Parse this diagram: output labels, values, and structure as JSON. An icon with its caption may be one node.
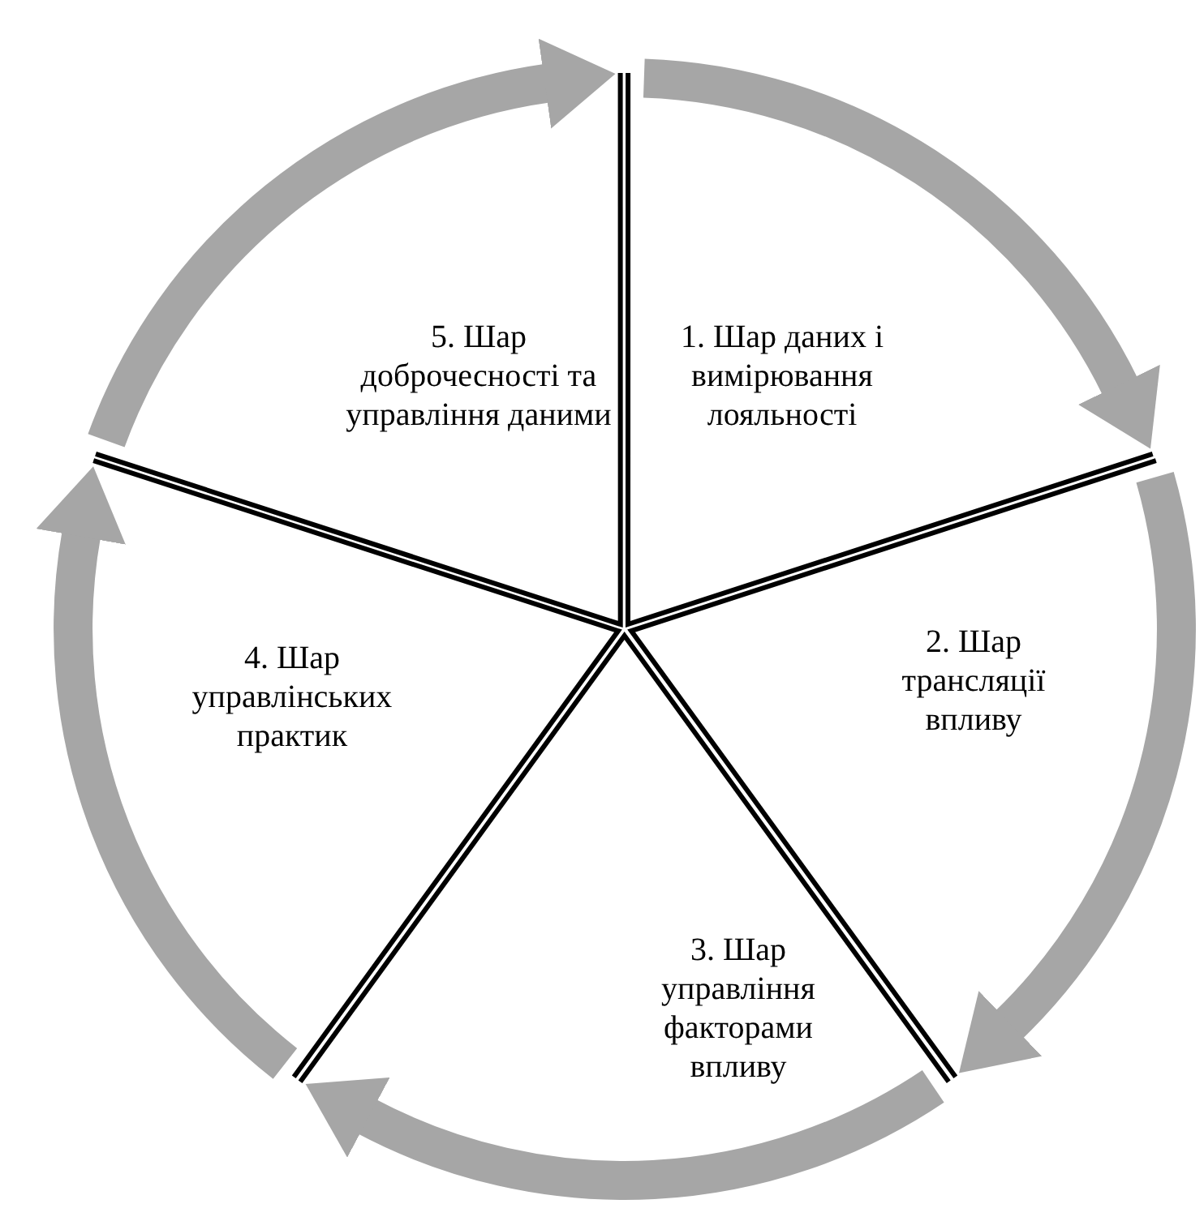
{
  "diagram": {
    "nodes": [
      {
        "text": [
          "1. Шар даних і вимірювання лояльності"
        ]
      },
      {
        "text": [
          "2. Шар трансляції впливу"
        ]
      },
      {
        "text": [
          "3. Шар управління факторами впливу"
        ]
      },
      {
        "text": [
          "4. Шар управлінських практик"
        ]
      },
      {
        "text": [
          "5. Шар доброчесності та управління даними"
        ]
      }
    ],
    "edges": [
      {
        "from": 0,
        "to": 1,
        "arrow": "to"
      },
      {
        "from": 1,
        "to": 2,
        "arrow": "to"
      },
      {
        "from": 2,
        "to": 3,
        "arrow": "to"
      },
      {
        "from": 3,
        "to": 4,
        "arrow": "to"
      },
      {
        "from": 4,
        "to": 0,
        "arrow": "to"
      }
    ]
  }
}
